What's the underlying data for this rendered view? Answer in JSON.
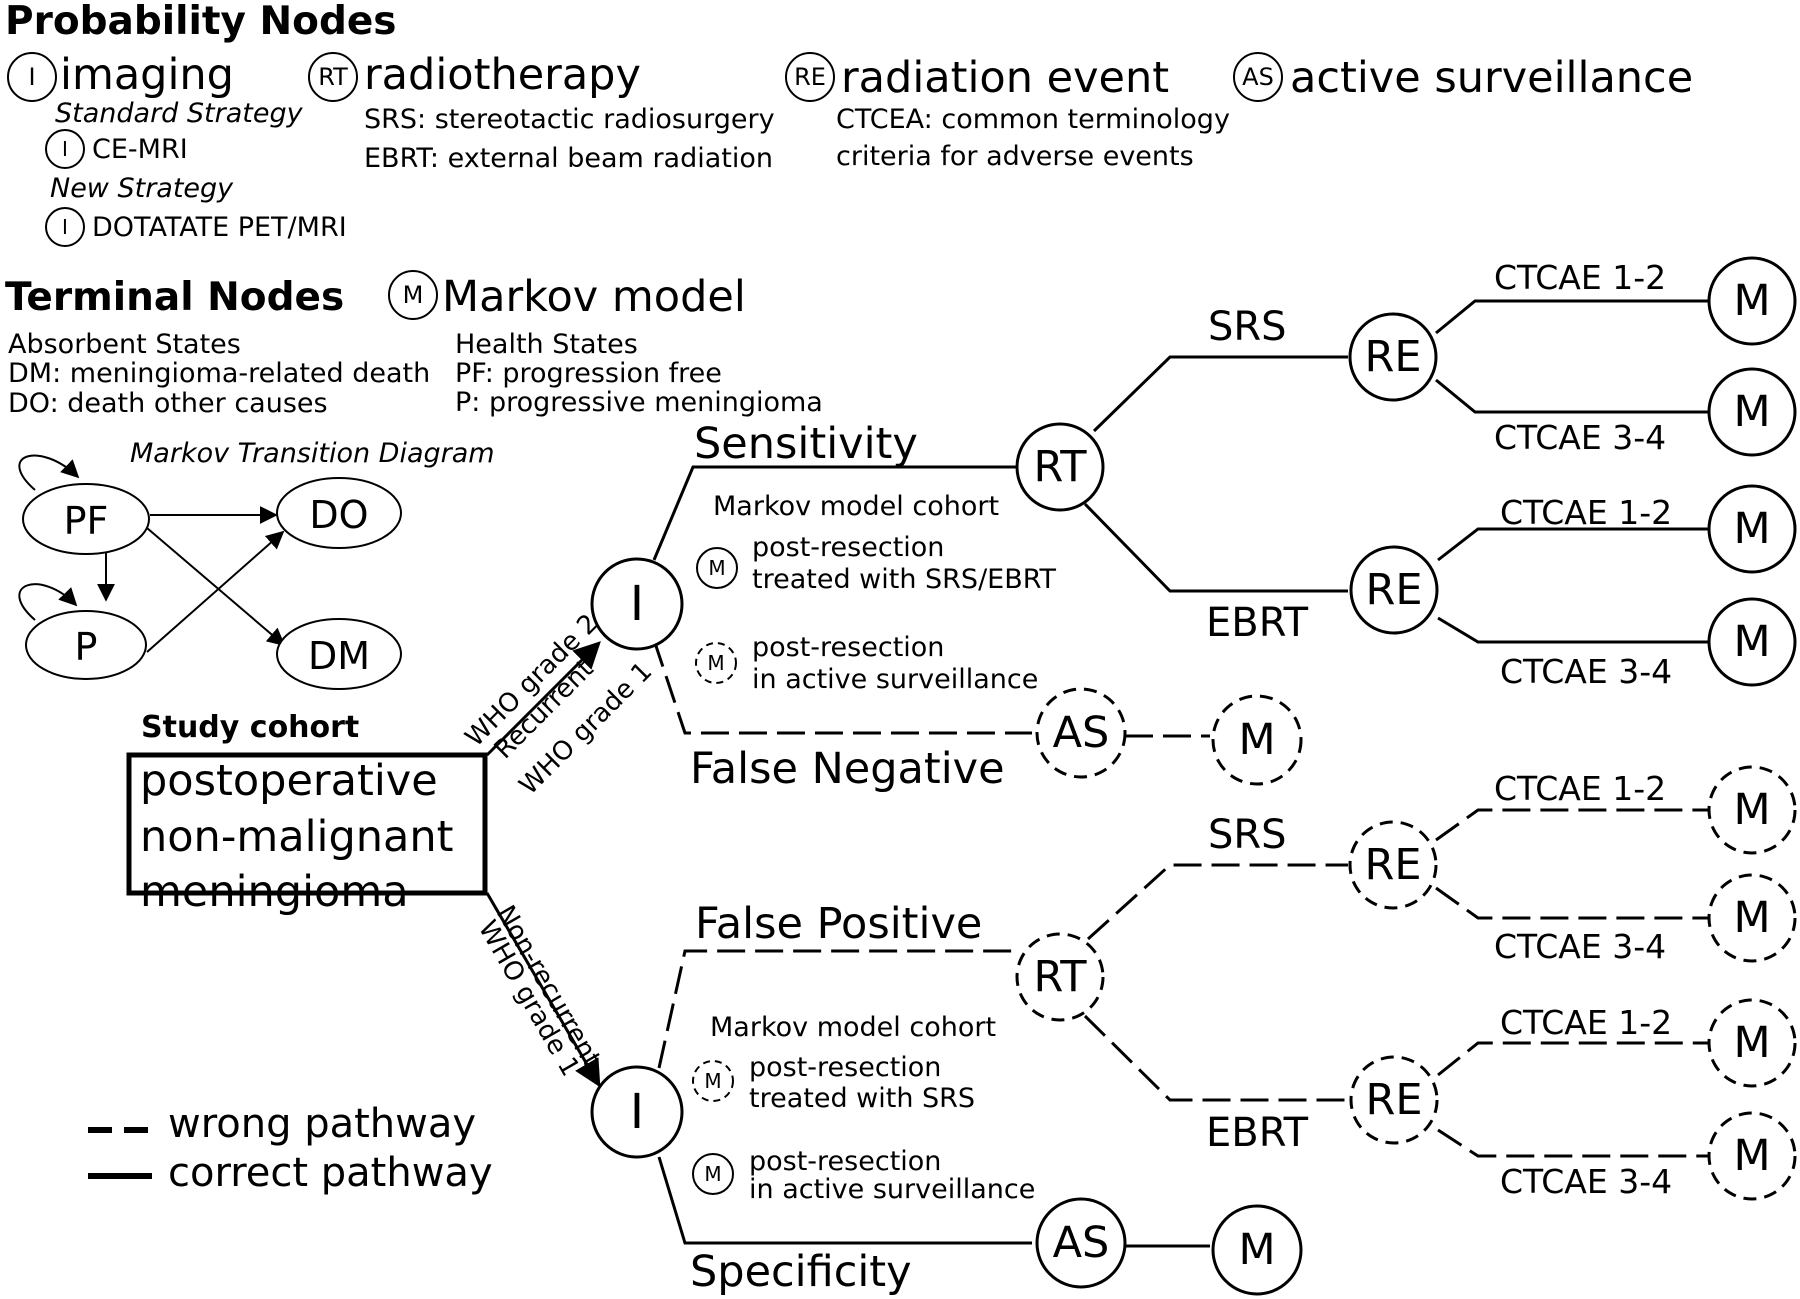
{
  "legend": {
    "probability_title": "Probability Nodes",
    "imaging": {
      "abbr": "I",
      "label": "imaging"
    },
    "standard_strategy": "Standard Strategy",
    "ce_mri": "CE-MRI",
    "new_strategy": "New Strategy",
    "dotatate": "DOTATATE PET/MRI",
    "radiotherapy": {
      "abbr": "RT",
      "label": "radiotherapy"
    },
    "srs_def": "SRS: stereotactic radiosurgery",
    "ebrt_def": "EBRT: external beam radiation",
    "radiation_event": {
      "abbr": "RE",
      "label": "radiation event"
    },
    "ctcae_def_1": "CTCEA: common terminology",
    "ctcae_def_2": "criteria for adverse events",
    "active_surveillance": {
      "abbr": "AS",
      "label": "active surveillance"
    },
    "terminal_title": "Terminal Nodes",
    "markov": {
      "abbr": "M",
      "label": "Markov  model"
    },
    "absorbent_title": "Absorbent States",
    "dm_def": "DM: meningioma-related death",
    "do_def": "DO: death other causes",
    "health_title": "Health States",
    "pf_def": "PF: progression free",
    "p_def": "P: progressive meningioma"
  },
  "transition_diagram": {
    "title": "Markov Transition Diagram",
    "states": {
      "pf": "PF",
      "p": "P",
      "do": "DO",
      "dm": "DM"
    }
  },
  "cohort": {
    "title": "Study cohort",
    "line1": "postoperative",
    "line2": "non-malignant",
    "line3": "meningioma"
  },
  "branches": {
    "upper_1": "WHO grade 2",
    "upper_2": "Recurrent",
    "upper_3": "WHO grade 1",
    "lower_1": "Non-recurrent",
    "lower_2": "WHO grade 1"
  },
  "tree": {
    "imaging": "I",
    "rt": "RT",
    "re": "RE",
    "as": "AS",
    "m": "M",
    "sensitivity": "Sensitivity",
    "false_negative": "False Negative",
    "false_positive": "False Positive",
    "specificity": "Specificity",
    "srs": "SRS",
    "ebrt": "EBRT",
    "ctcae_12": "CTCAE 1-2",
    "ctcae_34": "CTCAE 3-4",
    "cohort_upper": {
      "title": "Markov model cohort",
      "a1": "post-resection",
      "a2": "treated with SRS/EBRT",
      "b1": "post-resection",
      "b2": "in active surveillance"
    },
    "cohort_lower": {
      "title": "Markov model cohort",
      "a1": "post-resection",
      "a2": "treated with SRS",
      "b1": "post-resection",
      "b2": "in active surveillance"
    }
  },
  "line_legend": {
    "wrong": "wrong pathway",
    "correct": "correct pathway"
  }
}
